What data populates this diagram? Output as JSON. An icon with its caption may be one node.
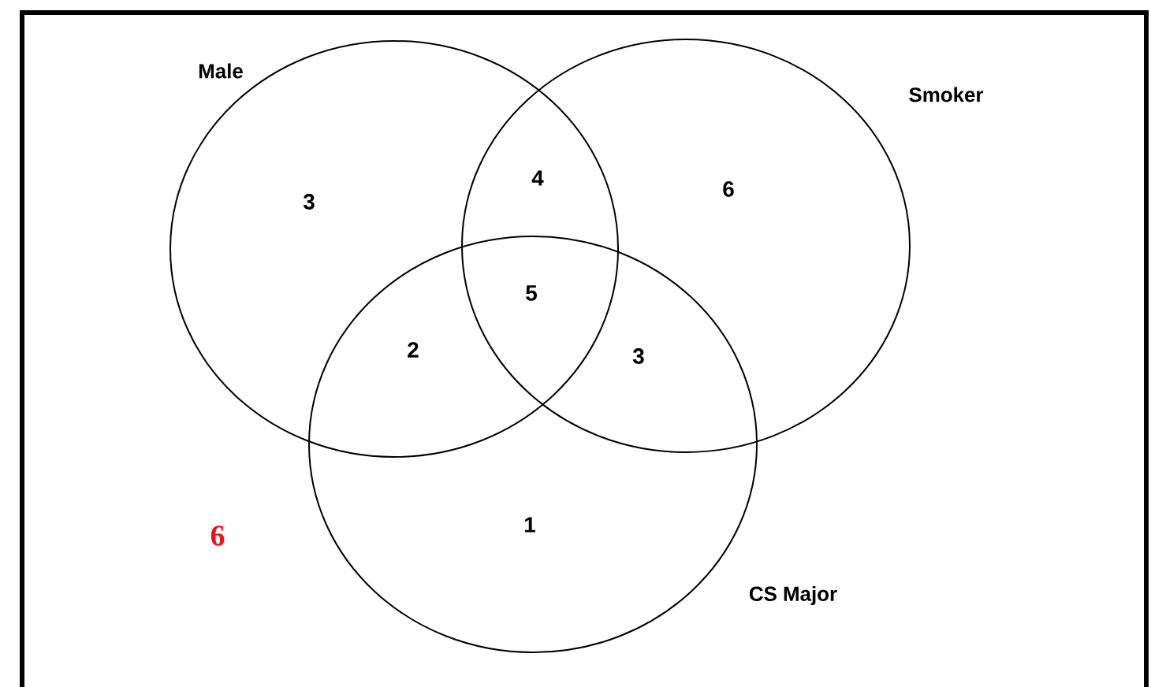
{
  "diagram": {
    "nodes": [
      {
        "text": [
          "Male"
        ]
      },
      {
        "text": [
          "Smoker"
        ]
      },
      {
        "text": [
          "CS Major"
        ]
      }
    ],
    "labels": [
      "3",
      "4",
      "6",
      "5",
      "2",
      "3",
      "6",
      "1"
    ]
  }
}
